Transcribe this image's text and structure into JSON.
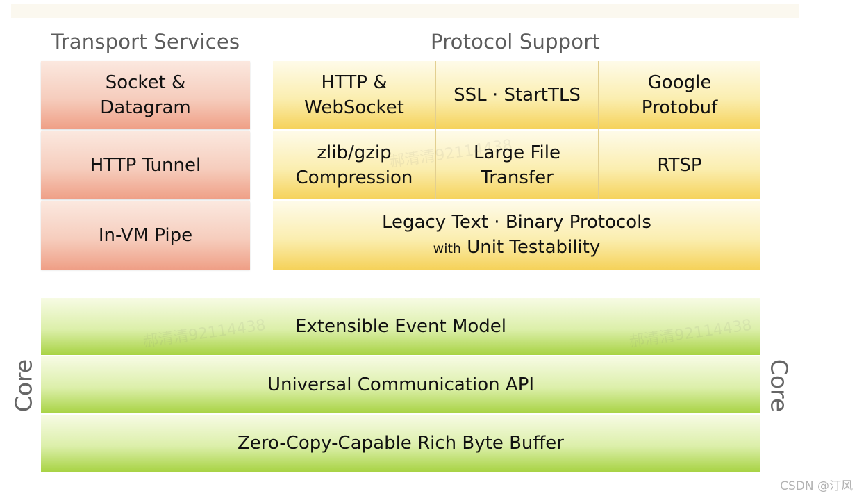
{
  "headings": {
    "transport": "Transport Services",
    "protocol": "Protocol Support"
  },
  "transport": {
    "socket": [
      "Socket &",
      "Datagram"
    ],
    "tunnel": "HTTP Tunnel",
    "pipe": "In-VM Pipe"
  },
  "protocol": {
    "http": [
      "HTTP &",
      "WebSocket"
    ],
    "ssl": "SSL · StartTLS",
    "protobuf": [
      "Google",
      "Protobuf"
    ],
    "zlib": [
      "zlib/gzip",
      "Compression"
    ],
    "largefile": [
      "Large File",
      "Transfer"
    ],
    "rtsp": "RTSP",
    "legacy": "Legacy Text · Binary Protocols",
    "legacy_with": "with",
    "legacy_rest": "Unit Testability"
  },
  "core": {
    "label": "Core",
    "event": "Extensible Event Model",
    "api": "Universal Communication API",
    "buffer": "Zero-Copy-Capable Rich Byte Buffer"
  },
  "watermark": "郝清清92114438",
  "credit": "CSDN @汀风",
  "colors": {
    "transport": "#f6c3b0",
    "protocol": "#f9e38e",
    "core": "#cfe690"
  }
}
